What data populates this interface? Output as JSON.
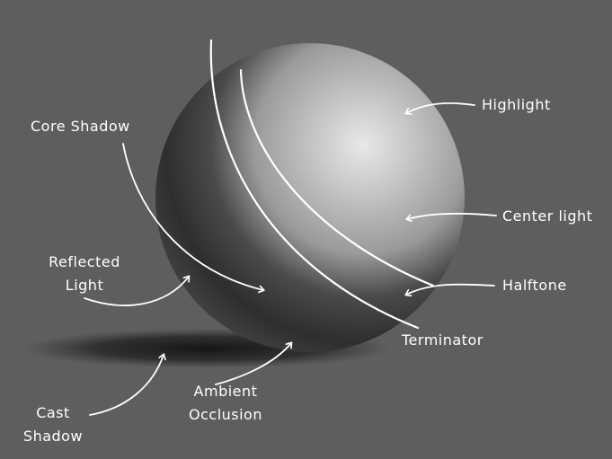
{
  "labels": {
    "highlight": "Highlight",
    "center_light": "Center light",
    "halftone": "Halftone",
    "terminator": "Terminator",
    "core_shadow": "Core Shadow",
    "reflected_light_line1": "Reflected",
    "reflected_light_line2": "Light",
    "ambient_occlusion_line1": "Ambient",
    "ambient_occlusion_line2": "Occlusion",
    "cast_shadow_line1": "Cast",
    "cast_shadow_line2": "Shadow"
  },
  "colors": {
    "background": "#5e5e5e",
    "annotation": "#ffffff"
  }
}
